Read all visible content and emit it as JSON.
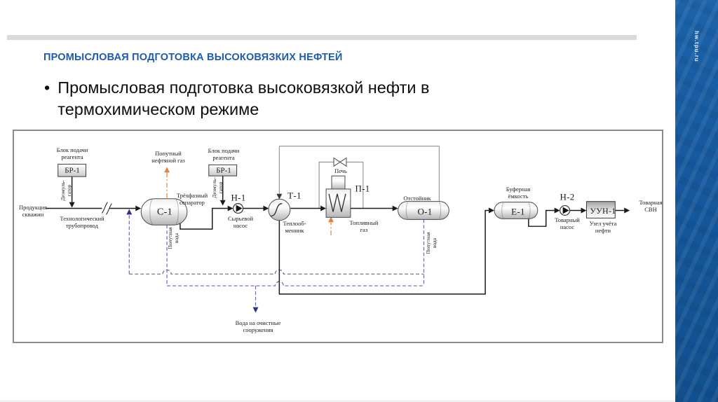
{
  "colors": {
    "title-blue": "#1e5cab",
    "band-blue": "#14589e",
    "pipe": "#1a1a1a",
    "aux": "#8f8f8f",
    "water": "#6868aa",
    "water-arrow": "#2e2e8f",
    "gas": "#e2823d"
  },
  "slide": {
    "title": "ПРОМЫСЛОВАЯ ПОДГОТОВКА ВЫСОКОВЯЗКИХ НЕФТЕЙ",
    "bullet_marker": "•",
    "bullet_text": "Промысловая подготовка высоковязкой нефти в термохимическом режиме"
  },
  "sidebar": {
    "watermark": "hw.tpu.ru"
  },
  "diagram": {
    "reagent_block": "Блок подачи\nреагента",
    "reagent_tag": "БР-1",
    "demulsifier": "Деэмуль-\nгатор",
    "well_products": "Продукция\nскважин",
    "pipeline": "Технологический\nтрубопровод",
    "separator": "Трёхфазный\nсепаратор",
    "separator_tag": "С-1",
    "assoc_gas": "Попутный\nнефтяной газ",
    "produced_water": "Попутная\nвода",
    "feed_pump_tag": "Н-1",
    "feed_pump": "Сырьевой\nнасос",
    "hx_tag": "Т-1",
    "hx": "Теплооб-\nменник",
    "furnace": "Печь",
    "furnace_tag": "П-1",
    "fuel_gas": "Топливный\nгаз",
    "settler": "Отстойник",
    "settler_tag": "О-1",
    "buffer": "Буферная\nёмкость",
    "buffer_tag": "Е-1",
    "product_pump_tag": "Н-2",
    "product_pump": "Товарный\nнасос",
    "metering_tag": "УУН-1",
    "metering": "Узел учёта\nнефти",
    "product": "Товарная\nСВН",
    "water_out": "Вода на очистные\nсооружения"
  }
}
